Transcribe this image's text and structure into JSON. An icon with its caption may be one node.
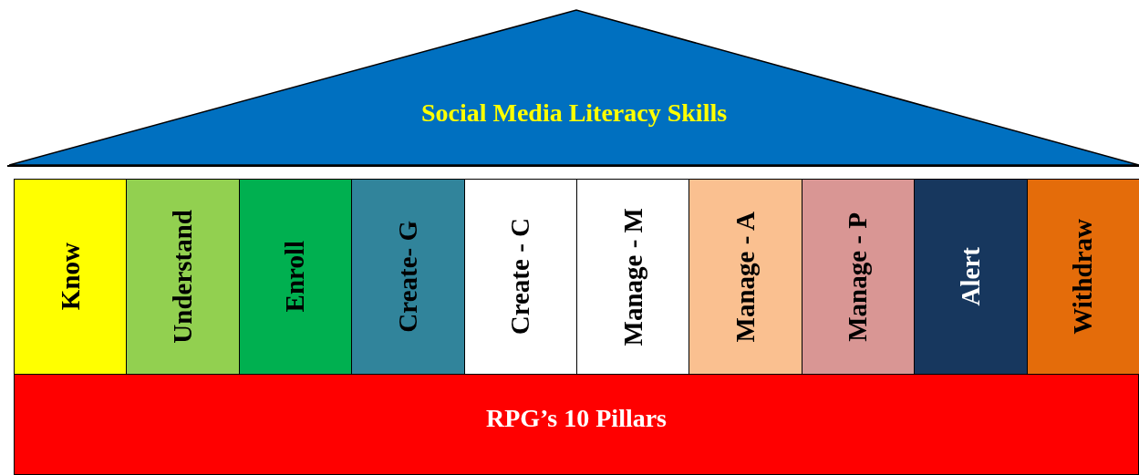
{
  "diagram": {
    "nodes": [
      {
        "text": [
          "Social Media Literacy Skills"
        ]
      },
      {
        "text": [
          "Know"
        ]
      },
      {
        "text": [
          "Understand"
        ]
      },
      {
        "text": [
          "Enroll"
        ]
      },
      {
        "text": [
          "Create- G"
        ]
      },
      {
        "text": [
          "Create - C"
        ]
      },
      {
        "text": [
          "Manage - M"
        ]
      },
      {
        "text": [
          "Manage - A"
        ]
      },
      {
        "text": [
          "Manage - P"
        ]
      },
      {
        "text": [
          "Alert"
        ]
      },
      {
        "text": [
          "Withdraw"
        ]
      },
      {
        "text": [
          "RPG’s 10 Pillars"
        ]
      }
    ]
  }
}
